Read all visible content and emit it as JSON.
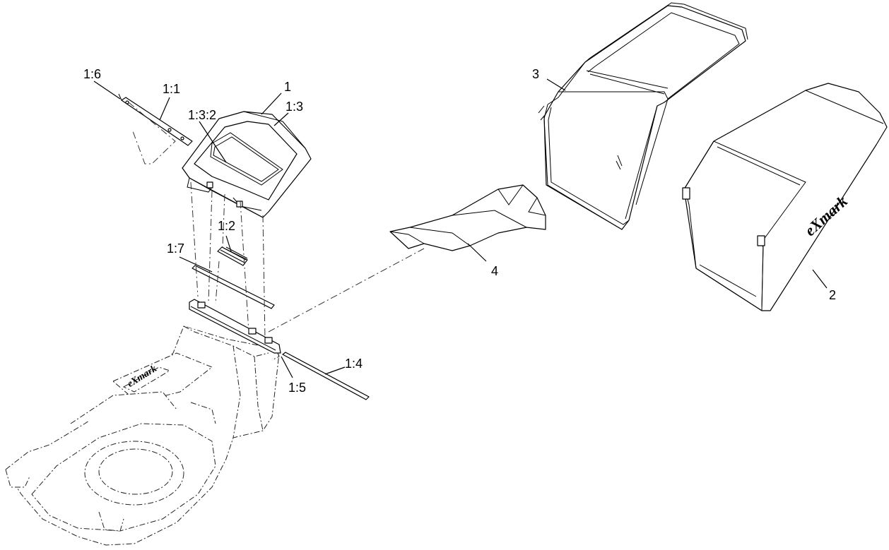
{
  "callouts": {
    "c1": "1",
    "c1_1": "1:1",
    "c1_2": "1:2",
    "c1_3": "1:3",
    "c1_3_2": "1:3:2",
    "c1_4": "1:4",
    "c1_5": "1:5",
    "c1_6": "1:6",
    "c1_7": "1:7",
    "c2": "2",
    "c3": "3",
    "c4": "4"
  },
  "branding": {
    "bag_logo": "eXmark",
    "deck_logo": "eXmark"
  }
}
